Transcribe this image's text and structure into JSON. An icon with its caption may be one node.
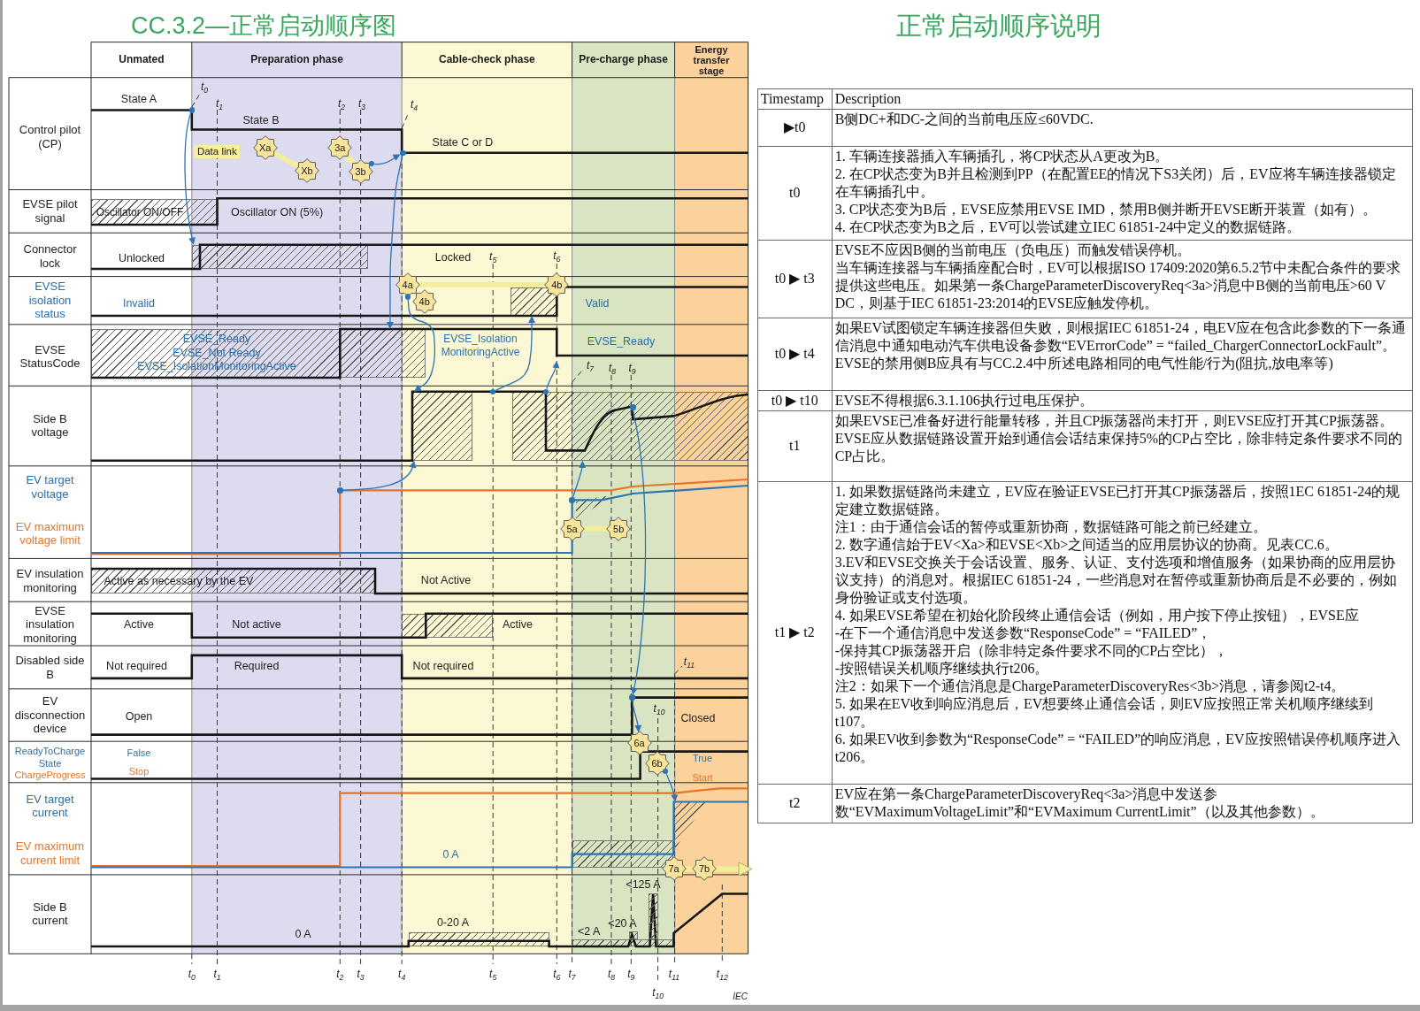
{
  "diagram": {
    "title": "CC.3.2—正常启动顺序图",
    "nodes": [
      {
        "text": [
          "Unmated"
        ]
      },
      {
        "text": [
          "Preparation phase"
        ]
      },
      {
        "text": [
          "Cable-check phase"
        ]
      },
      {
        "text": [
          "Pre-charge phase"
        ]
      },
      {
        "text": [
          "Energy transfer stage"
        ]
      },
      {
        "text": [
          "Data link"
        ]
      },
      {
        "text": [
          "Xa"
        ]
      },
      {
        "text": [
          "Xb"
        ]
      },
      {
        "text": [
          "3a"
        ]
      },
      {
        "text": [
          "3b"
        ]
      },
      {
        "text": [
          "4a"
        ]
      },
      {
        "text": [
          "4b"
        ]
      },
      {
        "text": [
          "4b"
        ]
      },
      {
        "text": [
          "5a"
        ]
      },
      {
        "text": [
          "5b"
        ]
      },
      {
        "text": [
          "6a"
        ]
      },
      {
        "text": [
          "6b"
        ]
      },
      {
        "text": [
          "7a"
        ]
      },
      {
        "text": [
          "7b"
        ]
      },
      {
        "text": [],
        "shape": "box"
      },
      {
        "text": [],
        "shape": "box"
      },
      {
        "text": [
          "EVSE_Ready",
          "EVSE_Not Ready",
          "EVSE_IsolationMonitoringActive"
        ]
      },
      {
        "text": [],
        "shape": "box"
      },
      {
        "text": [],
        "shape": "box"
      },
      {
        "text": [],
        "shape": "triangle"
      },
      {
        "text": [
          "Active as necessary by the EV"
        ]
      },
      {
        "text": [],
        "shape": "box"
      },
      {
        "text": [],
        "shape": "triangle"
      },
      {
        "text": [],
        "shape": "box"
      },
      {
        "text": [],
        "shape": "box",
        "beside": [
          "<125 A"
        ]
      },
      {
        "text": [],
        "shape": "box",
        "beside": [
          "0-20 A"
        ]
      },
      {
        "text": [],
        "shape": "box",
        "beside": [
          "<20 A"
        ]
      },
      {
        "text": [],
        "shape": "box",
        "beside": [
          "<2 A"
        ]
      },
      {
        "text": [],
        "shape": "circle"
      },
      {
        "text": [],
        "shape": "circle"
      },
      {
        "text": [],
        "shape": "circle"
      },
      {
        "text": [],
        "shape": "circle"
      },
      {
        "text": [],
        "shape": "circle"
      },
      {
        "text": [],
        "shape": "circle"
      },
      {
        "text": [],
        "shape": "circle"
      },
      {
        "text": [],
        "shape": "circle"
      },
      {
        "text": [],
        "shape": "circle",
        "in": 23
      },
      {
        "text": [],
        "shape": "circle"
      },
      {
        "text": [],
        "shape": "circle"
      }
    ],
    "edges": [
      {
        "from": 33,
        "to": 19,
        "arrow": "to"
      },
      {
        "from": 34,
        "to": 22,
        "arrow": "to"
      },
      {
        "from": 35,
        "to": 36,
        "arrow": "to"
      },
      {
        "from": 36,
        "to": 21,
        "arrow": "to"
      },
      {
        "from": 37,
        "to": 22,
        "arrow": "to"
      },
      {
        "from": 38,
        "to": 20,
        "arrow": "to"
      },
      {
        "from": 39,
        "to": null,
        "arrow": "to"
      },
      {
        "from": 40,
        "to": 23,
        "arrow": "to"
      },
      {
        "from": 41,
        "to": 42,
        "arrow": "to"
      },
      {
        "from": 42,
        "to": 15,
        "arrow": "to"
      },
      {
        "from": 43,
        "to": 27,
        "arrow": "to"
      },
      {
        "from": 6,
        "to": 7,
        "arrow": "none",
        "style": "thick",
        "color": "#f4ee9c"
      },
      {
        "from": 8,
        "to": 9,
        "arrow": "none",
        "style": "thick",
        "color": "#f4ee9c"
      },
      {
        "from": 10,
        "to": 12,
        "arrow": "none",
        "style": "thick",
        "color": "#f4ee9c"
      },
      {
        "from": 13,
        "to": 14,
        "arrow": "none",
        "style": "thick",
        "color": "#f4ee9c"
      },
      {
        "from": 17,
        "to": 18,
        "arrow": "none",
        "style": "thick",
        "color": "#f4ee9c"
      },
      {
        "from": 18,
        "to": null,
        "arrow": "to",
        "style": "thick",
        "color": "#f4ee9c"
      }
    ],
    "labels": [
      "正常启动顺序说明",
      "t$_{0}$",
      "t$_{1}$",
      "t$_{2}$",
      "t$_{3}$",
      "t$_{4}$",
      "Control pilot (CP)",
      "State A",
      "State B",
      "State C or D",
      "EVSE pilot signal",
      "Oscillator ON/OFF",
      "Oscillator ON (5%)",
      "Connector lock",
      "Unlocked",
      "Locked",
      "t$_{5}$",
      "t$_{6}$",
      "EVSE isolation status",
      "Invalid",
      "Valid",
      "EVSE StatusCode",
      "EVSE_Isolation MonitoringActive",
      "EVSE_Ready",
      "t$_{7}$",
      "t$_{8}$",
      "t$_{9}$",
      "Side B voltage",
      "EV target voltage",
      "EV maximum voltage limit",
      "EV insulation monitoring",
      "Not Active",
      "EVSE insulation monitoring",
      "Active",
      "Not active",
      "Active",
      "Disabled side B",
      "Not required",
      "Required",
      "Not required",
      "t$_{11}$",
      "EV disconnection device",
      "Open",
      "t$_{10}$",
      "Closed",
      "ReadyToCharge State",
      "ChargeProgress",
      "False",
      "Stop",
      "True",
      "Start",
      "EV target current",
      "EV maximum current limit",
      "0 A",
      "Side B current",
      "0 A",
      "t$_{0}$",
      "t$_{1}$",
      "t$_{2}$",
      "t$_{3}$",
      "t$_{4}$",
      "t$_{5}$",
      "t$_{6}$",
      "t$_{7}$",
      "t$_{8}$",
      "t$_{9}$",
      "t$_{10}$",
      "t$_{11}$",
      "t$_{12}$",
      "IEC",
      "Timestamp",
      "Description",
      "▶t0",
      "B侧DC+和DC-之间的当前电压应≤60VDC.",
      "t0",
      "1. 车辆连接器插入车辆插孔，将CP状态从A更改为B。",
      "2. 在CP状态变为B并且检测到PP（在配置EE的情况下S3关闭）后，EV应将车辆连接器锁定在车辆插孔中。",
      "3. CP状态变为B后，EVSE应禁用EVSE IMD，禁用B侧并断开EVSE断开装置（如有）。",
      "4. 在CP状态变为B之后，EV可以尝试建立IEC 61851-24中定义的数据链路。",
      "t0 ▶ t3",
      "EVSE不应因B侧的当前电压（负电压）而触发错误停机。",
      "当车辆连接器与车辆插座配合时，EV可以根据ISO 17409:2020第6.5.2节中未配合条件的要求提供这些电压。如果第一条ChargeParameterDiscoveryReq<3a>消息中B侧的当前电压>60 V DC，则基于IEC 61851-23:2014的EVSE应触发停机。",
      "t0 ▶ t4",
      "如果EV试图锁定车辆连接器但失败，则根据IEC 61851-24，电EV应在包含此参数的下一条通信消息中通知电动汽车供电设备参数“EVErrorCode” = “failed_ChargerConnectorLockFault”。",
      "EVSE的禁用侧B应具有与CC.2.4中所述电路相同的电气性能/行为(阻抗,放电率等)",
      "t0 ▶ t10",
      "EVSE不得根据6.3.1.106执行过电压保护。",
      "t1",
      "如果EVSE已准备好进行能量转移，并且CP振荡器尚未打开，则EVSE应打开其CP振荡器。",
      "EVSE应从数据链路设置开始到通信会话结束保持5%的CP占空比，除非特定条件要求不同的CP占比。",
      "t1 ▶ t2",
      "1. 如果数据链路尚未建立，EV应在验证EVSE已打开其CP振荡器后，按照1EC 61851-24的规定建立数据链路。",
      "注1：由于通信会话的暂停或重新协商，数据链路可能之前已经建立。",
      "2. 数字通信始于EV<Xa>和EVSE<Xb>之间适当的应用层协议的协商。见表CC.6。",
      "3.EV和EVSE交换关于会话设置、服务、认证、支付选项和增值服务（如果协商的应用层协议支持）的消息对。根据IEC 61851-24，一些消息对在暂停或重新协商后是不必要的，例如身份验证或支付选项。",
      "4. 如果EVSE希望在初始化阶段终止通信会话（例如，用户按下停止按钮），EVSE应",
      "-在下一个通信消息中发送参数“ResponseCode” = “FAILED”，",
      "-保持其CP振荡器开启（除非特定条件要求不同的CP占空比），",
      "-按照错误关机顺序继续执行t206。",
      "注2：如果下一个通信消息是ChargeParameterDiscoveryRes<3b>消息，请参阅t2-t4。",
      "5. 如果在EV收到响应消息后，EV想要终止通信会话，则EV应按照正常关机顺序继续到t107。",
      "6. 如果EV收到参数为“ResponseCode” = “FAILED”的响应消息，EV应按照错误停机顺序进入t206。",
      "t2",
      "EV应在第一条ChargeParameterDiscoveryReq<3a>消息中发送参数“EVMaximumVoltageLimit”和“EVMaximum CurrentLimit”（以及其他参数）。"
    ]
  }
}
